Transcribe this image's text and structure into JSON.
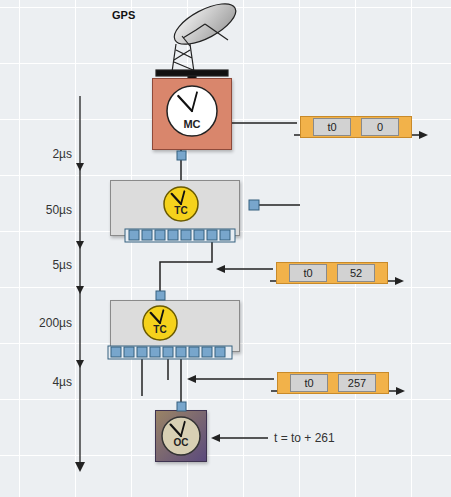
{
  "diagram": {
    "nodes": [
      {
        "text": [
          "MC"
        ]
      },
      {
        "text": [
          "TC"
        ]
      },
      {
        "text": [
          "TC"
        ]
      },
      {
        "text": [
          "OC"
        ]
      },
      {
        "text": [
          "t0",
          "0"
        ]
      },
      {
        "text": [
          "t0",
          "52"
        ]
      },
      {
        "text": [
          "t0",
          "257"
        ]
      }
    ],
    "edges": [
      {
        "from": 0,
        "to": 1,
        "arrow": "none"
      },
      {
        "from": 1,
        "to": 2,
        "arrow": "none"
      },
      {
        "from": 2,
        "to": 3,
        "arrow": "none"
      }
    ],
    "labels": [
      "GPS",
      "2µs",
      "50µs",
      "5µs",
      "200µs",
      "4µs",
      "t = to + 261"
    ]
  }
}
